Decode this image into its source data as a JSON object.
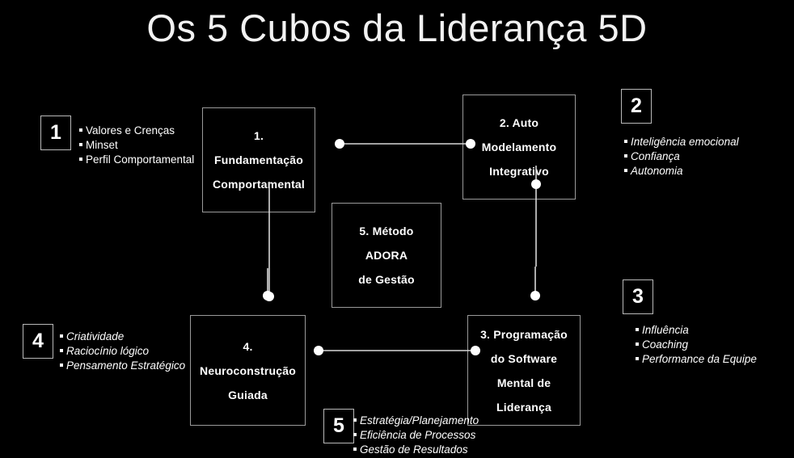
{
  "title": "Os 5 Cubos da Liderança 5D",
  "theme": {
    "background": "#000000",
    "text": "#ffffff",
    "cube_edge": "#9a9a9a",
    "connector": "#d8d8d8",
    "badge_border": "#b9b9b9"
  },
  "cubes": [
    {
      "id": "cube-1",
      "lines": [
        "1.",
        "Fundamentação",
        "Comportamental"
      ]
    },
    {
      "id": "cube-2",
      "lines": [
        "2. Auto",
        "Modelamento",
        "Integrativo"
      ]
    },
    {
      "id": "cube-3",
      "lines": [
        "3. Programação",
        "do Software",
        "Mental de",
        "Liderança"
      ]
    },
    {
      "id": "cube-4",
      "lines": [
        "4.",
        "Neuroconstrução",
        "Guiada"
      ]
    },
    {
      "id": "cube-5",
      "lines": [
        "5. Método",
        "ADORA",
        "de Gestão"
      ]
    }
  ],
  "annotations": [
    {
      "number": "1",
      "italic": false,
      "items": [
        "Valores e Crenças",
        "Minset",
        "Perfil Comportamental"
      ]
    },
    {
      "number": "2",
      "italic": true,
      "items": [
        "Inteligência emocional",
        "Confiança",
        "Autonomia"
      ]
    },
    {
      "number": "3",
      "italic": true,
      "items": [
        "Influência",
        "Coaching",
        "Performance da Equipe"
      ]
    },
    {
      "number": "4",
      "italic": true,
      "items": [
        "Criatividade",
        "Raciocínio lógico",
        "Pensamento Estratégico"
      ]
    },
    {
      "number": "5",
      "italic": true,
      "items": [
        "Estratégia/Planejamento",
        "Eficiência de Processos",
        "Gestão de Resultados"
      ]
    }
  ]
}
